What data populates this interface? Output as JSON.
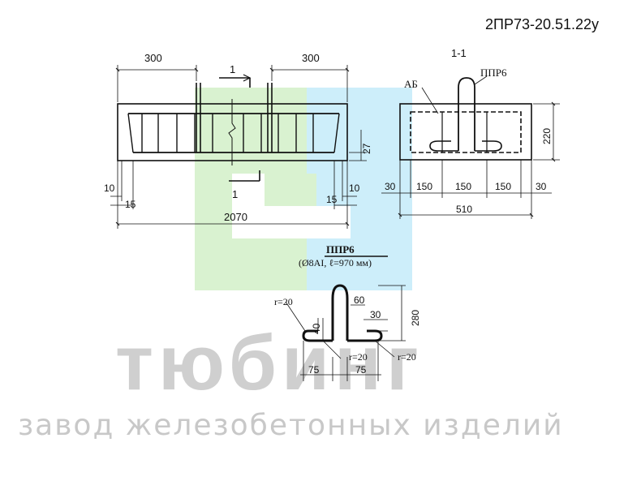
{
  "document_code": "2ПР73-20.51.22у",
  "watermark": {
    "brand": "тюбинг",
    "tagline": "завод железобетонных изделий",
    "colors": {
      "green": "#d9f2d0",
      "blue": "#cdeefa",
      "text": "#cccccc"
    }
  },
  "elevation": {
    "dims_top": [
      "300",
      "300"
    ],
    "section_mark_top": "1",
    "section_mark_bottom": "1",
    "dim_27": "27",
    "dim_10_left": "10",
    "dim_15_left": "15",
    "dim_15_right": "15",
    "dim_10_right": "10",
    "length": "2070"
  },
  "section": {
    "title": "1-1",
    "label_ab": "АБ",
    "label_ppr": "ППР6",
    "height": "220",
    "segments": [
      "30",
      "150",
      "150",
      "150",
      "30"
    ],
    "width": "510"
  },
  "detail": {
    "title": "ППР6",
    "spec": "(Ø8AI, ℓ=970 мм)",
    "radius_label_1": "r=20",
    "radius_label_2": "r=20",
    "radius_label_3": "r=20",
    "dim_40": "40",
    "dim_60": "60",
    "dim_30": "30",
    "dim_280": "280",
    "dim_75_left": "75",
    "dim_75_right": "75"
  }
}
